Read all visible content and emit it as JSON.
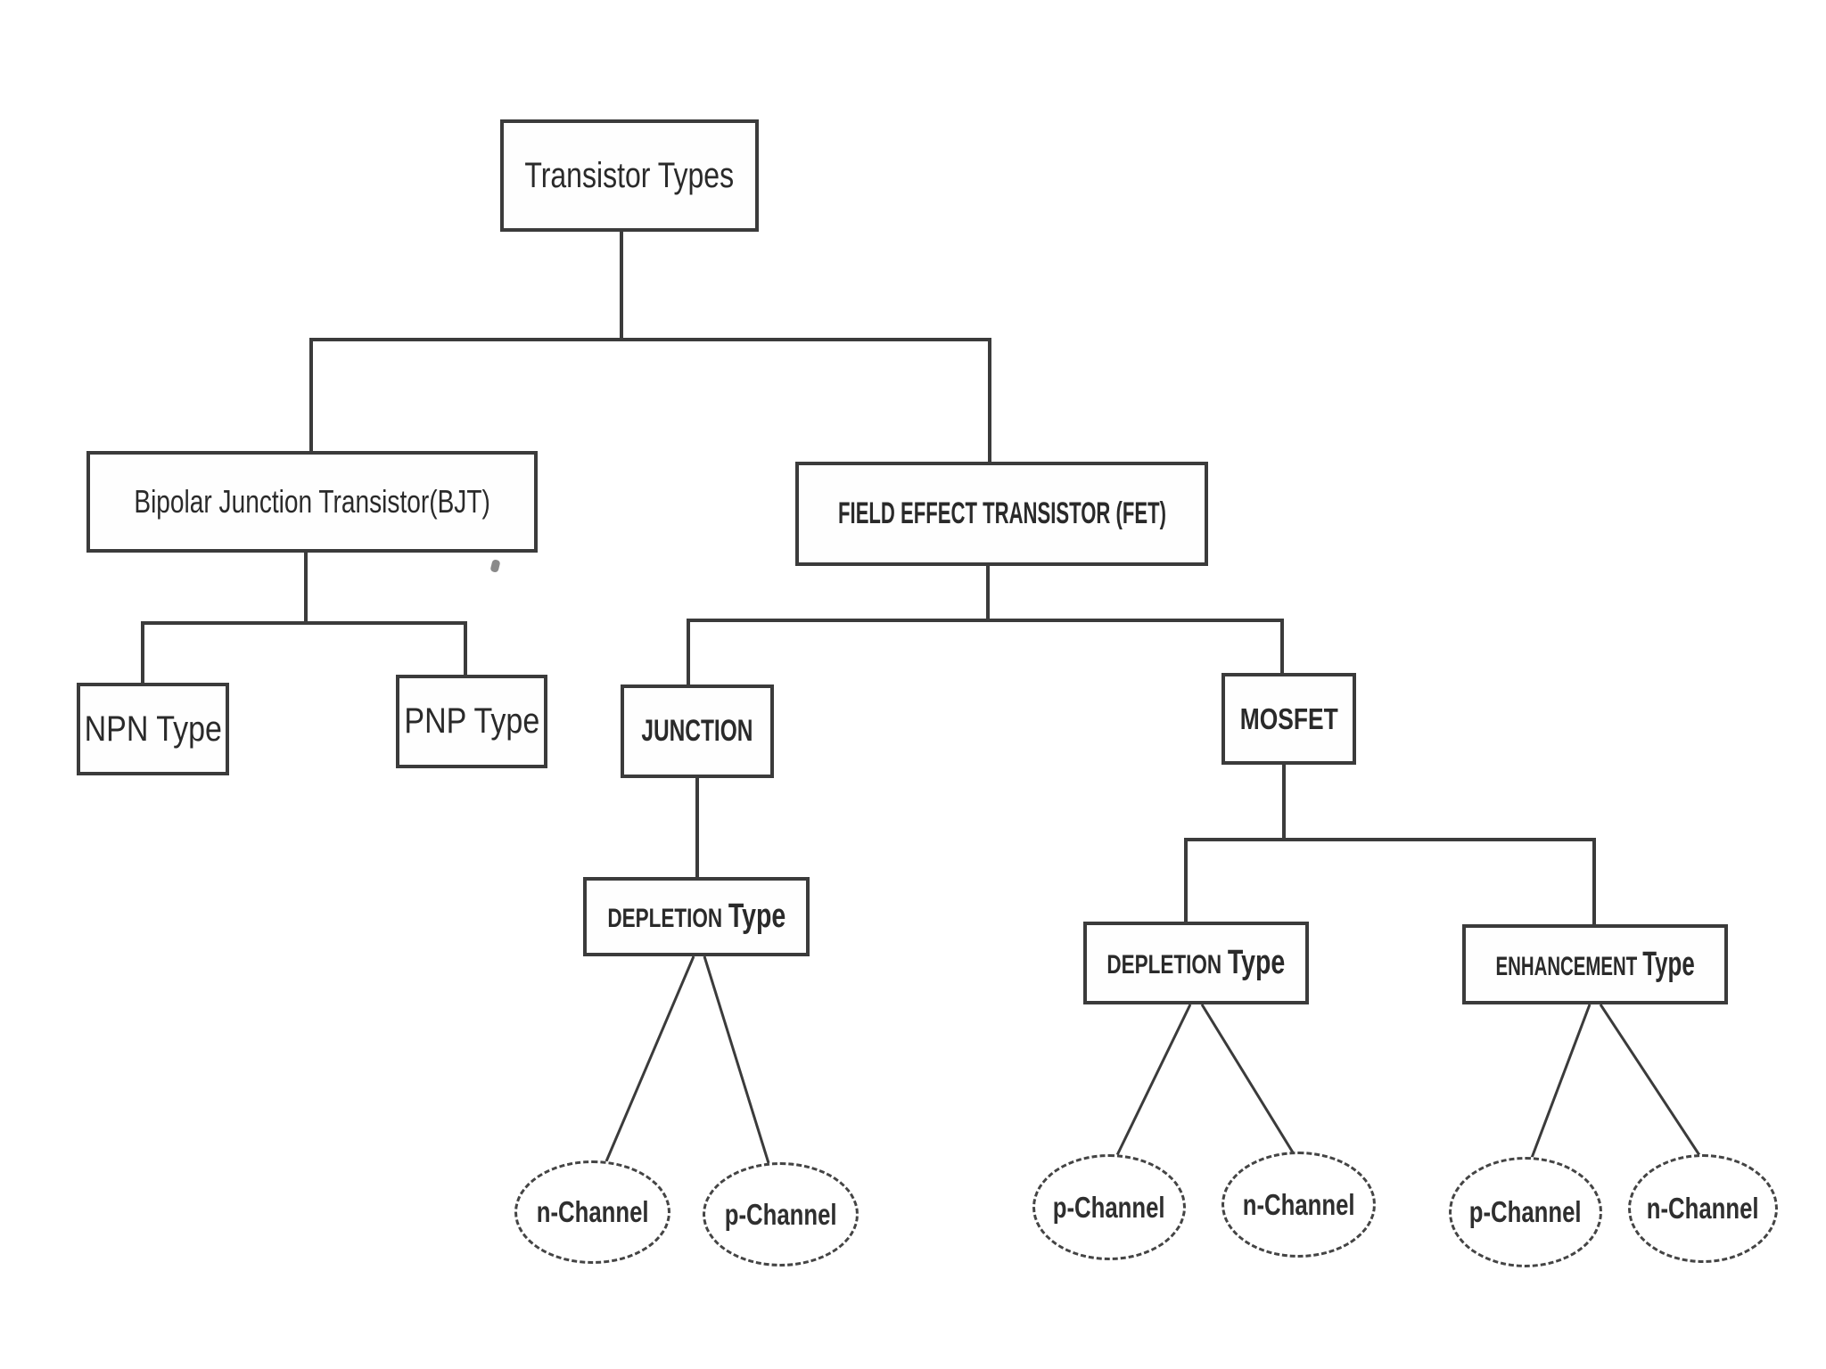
{
  "diagram": {
    "background": "#ffffff",
    "line_color": "#3b3b3b",
    "text_color": "#2a2a2a",
    "nodes": {
      "root": "Transistor Types",
      "bjt": "Bipolar Junction Transistor(BJT)",
      "fet": "FIELD EFFECT TRANSISTOR (FET)",
      "npn": "NPN Type",
      "pnp": "PNP Type",
      "junction": "JUNCTION",
      "mosfet": "MOSFET",
      "jfet_depletion": {
        "caps": "DEPLETION",
        "rest": "Type"
      },
      "mosfet_depletion": {
        "caps": "DEPLETION",
        "rest": "Type"
      },
      "mosfet_enhancement": {
        "caps": "ENHANCEMENT",
        "rest": "Type"
      },
      "jfet_dep_left": "n-Channel",
      "jfet_dep_right": "p-Channel",
      "mosfet_dep_left": "p-Channel",
      "mosfet_dep_right": "n-Channel",
      "mosfet_enh_left": "p-Channel",
      "mosfet_enh_right": "n-Channel"
    },
    "edges": [
      {
        "from": "Transistor Types",
        "to": "Bipolar Junction Transistor(BJT)"
      },
      {
        "from": "Transistor Types",
        "to": "FIELD EFFECT TRANSISTOR (FET)"
      },
      {
        "from": "Bipolar Junction Transistor(BJT)",
        "to": "NPN Type"
      },
      {
        "from": "Bipolar Junction Transistor(BJT)",
        "to": "PNP Type"
      },
      {
        "from": "FIELD EFFECT TRANSISTOR (FET)",
        "to": "JUNCTION"
      },
      {
        "from": "FIELD EFFECT TRANSISTOR (FET)",
        "to": "MOSFET"
      },
      {
        "from": "JUNCTION",
        "to": "DEPLETION Type"
      },
      {
        "from": "JUNCTION DEPLETION Type",
        "to": "n-Channel"
      },
      {
        "from": "JUNCTION DEPLETION Type",
        "to": "p-Channel"
      },
      {
        "from": "MOSFET",
        "to": "DEPLETION Type"
      },
      {
        "from": "MOSFET",
        "to": "ENHANCEMENT Type"
      },
      {
        "from": "MOSFET DEPLETION Type",
        "to": "p-Channel"
      },
      {
        "from": "MOSFET DEPLETION Type",
        "to": "n-Channel"
      },
      {
        "from": "ENHANCEMENT Type",
        "to": "p-Channel"
      },
      {
        "from": "ENHANCEMENT Type",
        "to": "n-Channel"
      }
    ]
  }
}
